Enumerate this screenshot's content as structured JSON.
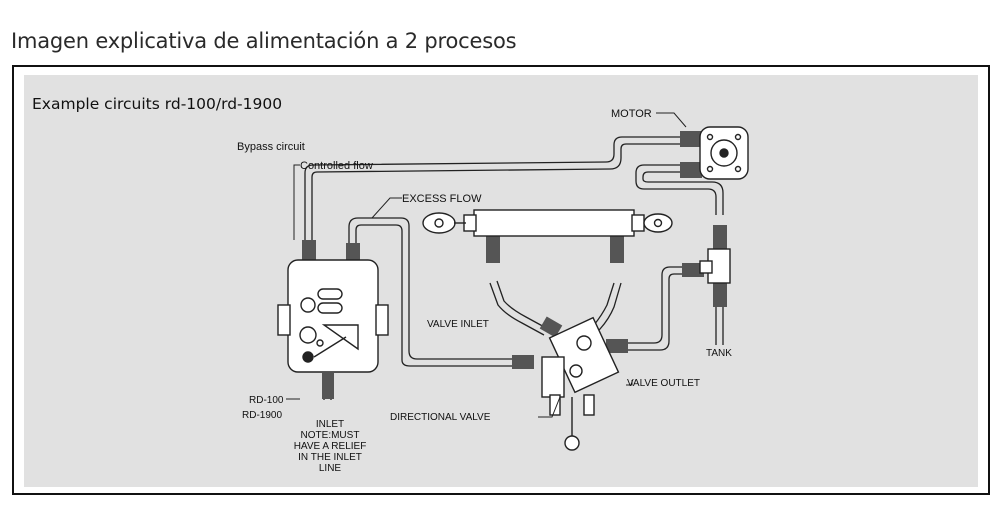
{
  "page": {
    "title": "Imagen explicativa de alimentación a 2 procesos"
  },
  "diagram": {
    "heading": "Example circuits rd-100/rd-1900",
    "labels": {
      "motor": "MOTOR",
      "bypass": "Bypass circuit",
      "controlled": "Controlled flow",
      "excess": "EXCESS FLOW",
      "valve_inlet": "VALVE INLET",
      "tank": "TANK",
      "valve_outlet": "VALVE OUTLET",
      "directional": "DIRECTIONAL VALVE",
      "rd100": "RD-100",
      "rd1900": "RD-1900",
      "inlet_note": [
        "INLET",
        "NOTE:MUST",
        "HAVE A RELIEF",
        "IN THE INLET",
        "LINE"
      ]
    }
  }
}
